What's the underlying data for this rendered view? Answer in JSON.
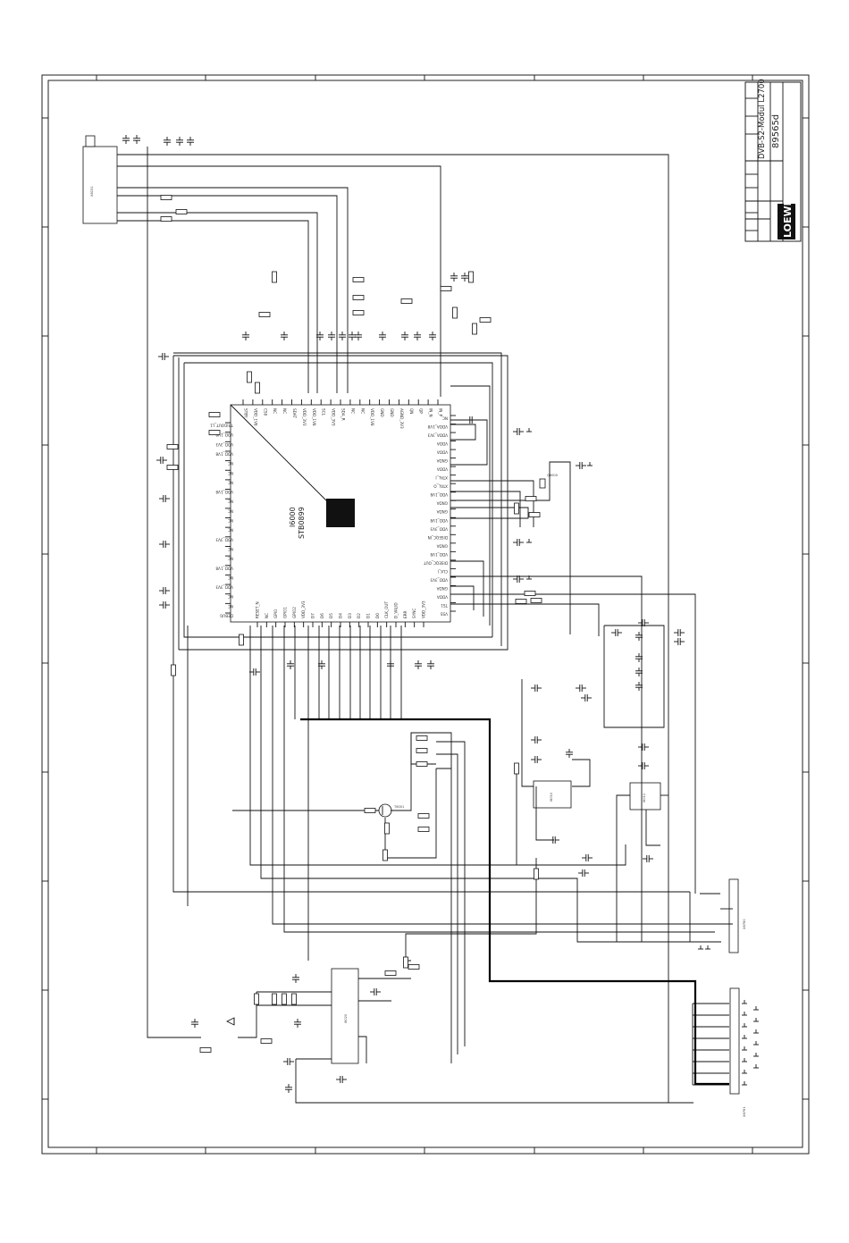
{
  "title_block": {
    "board_title": "DVB-S2-Modul L2700",
    "drawing_number": "89565d",
    "logo_text": "LOEWE"
  },
  "main_ic": {
    "part_number": "STB0899",
    "ref": "I6000",
    "left_pins": [
      "TRIGOUT_L1",
      "VDD_1V8",
      "VDD_3V3",
      "VDD_1V8",
      "NC",
      "NC",
      "NC",
      "VDD_1V8",
      "NC",
      "NC",
      "NC",
      "NC",
      "VDD_3V3",
      "NC",
      "NC",
      "VDD_1V8",
      "NC",
      "VDD_3V3",
      "NC",
      "NC",
      "DEBUG"
    ],
    "right_pins": [
      "NC",
      "VDDA_1V8",
      "VDDA_3V3",
      "VDDA",
      "VDDA",
      "GNDA",
      "VDDA",
      "XTAL_I",
      "XTAL_O",
      "VDD_1V8",
      "GNDA",
      "GNDA",
      "VDD_1V8",
      "VDD_3V3",
      "DISEQC_IN",
      "GNDA",
      "VDD_1V8",
      "DISEQC_OUT",
      "CLK_I",
      "VDD_3V3",
      "GNDA",
      "VDDA",
      "TS1",
      "VSS"
    ],
    "top_pins": [
      "STBY",
      "VDD_1V8",
      "CS0",
      "NC",
      "NC",
      "SDAT",
      "VDD_3V3",
      "VDD_1V8",
      "SCL",
      "VDD_3V3",
      "SDA_R",
      "NC",
      "NC",
      "VDD_1V8",
      "GND",
      "GND",
      "AGND_3V3",
      "QN",
      "QP",
      "IN_N",
      "IN_P"
    ],
    "bottom_pins": [
      "RESET_N",
      "NC",
      "GPIO",
      "GPIO1",
      "GPIO2",
      "VDD_3V3",
      "D7",
      "D6",
      "D5",
      "D4",
      "D3",
      "D2",
      "D1",
      "D0",
      "CLK_OUT",
      "D_VALID",
      "ERR",
      "SYNC",
      "VDD_3V3"
    ]
  },
  "connectors": {
    "tuner_input": "X8151",
    "right_upper": "X8760",
    "right_lower": "X8761"
  },
  "regulators": {
    "reg_a": "I6010",
    "reg_b": "I6011",
    "lnb_ic": "I6020"
  },
  "transistor": "T6001",
  "crystal": "Q6000",
  "colors": {
    "ink": "#111111",
    "paper": "#ffffff",
    "ic_block": "#111111"
  }
}
